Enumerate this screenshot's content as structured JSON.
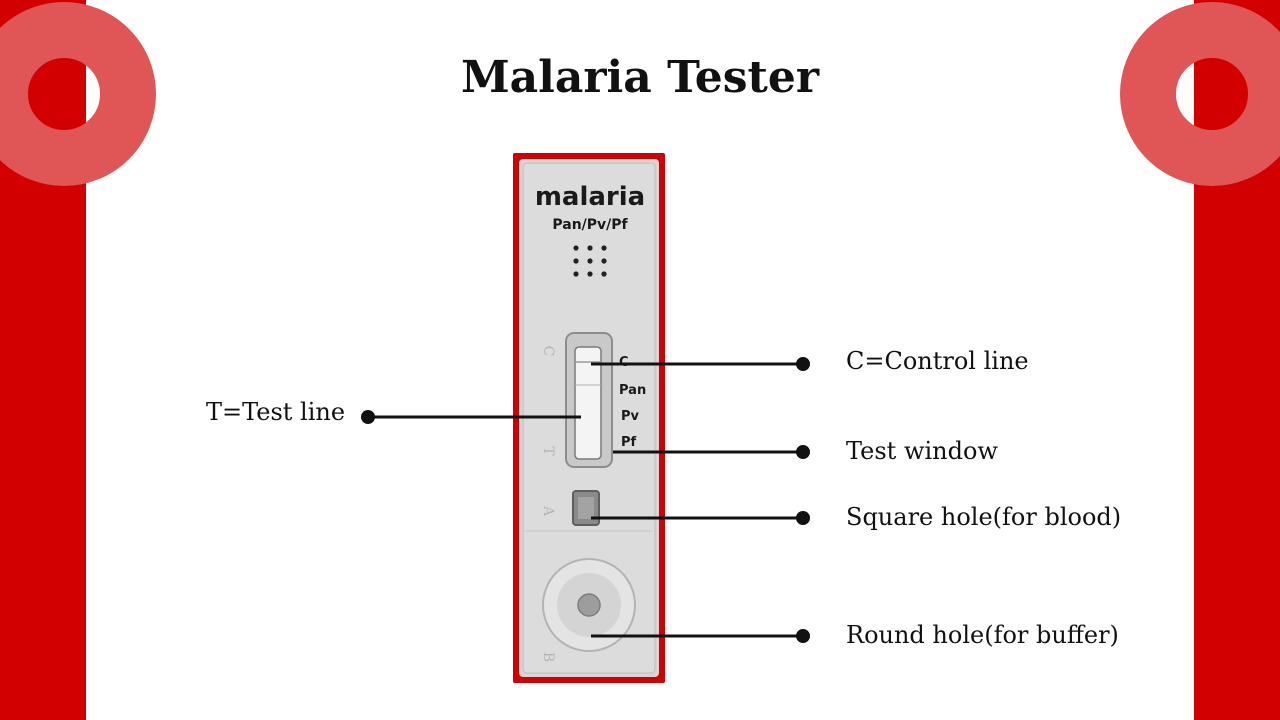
{
  "title": "Malaria Tester",
  "colors": {
    "accent_red": "#d20000",
    "ring_red": "#e05555",
    "cassette_gray": "#d9d9d9"
  },
  "cassette": {
    "brand": "malaria",
    "variant": "Pan/Pv/Pf",
    "window_labels": [
      "C",
      "Pan",
      "Pv",
      "Pf"
    ],
    "side_markings": [
      "C",
      "T",
      "A",
      "B"
    ]
  },
  "callouts": {
    "control_line": "C=Control line",
    "test_line": "T=Test line",
    "test_window": "Test window",
    "square_hole": "Square hole(for blood)",
    "round_hole": "Round hole(for buffer)"
  }
}
